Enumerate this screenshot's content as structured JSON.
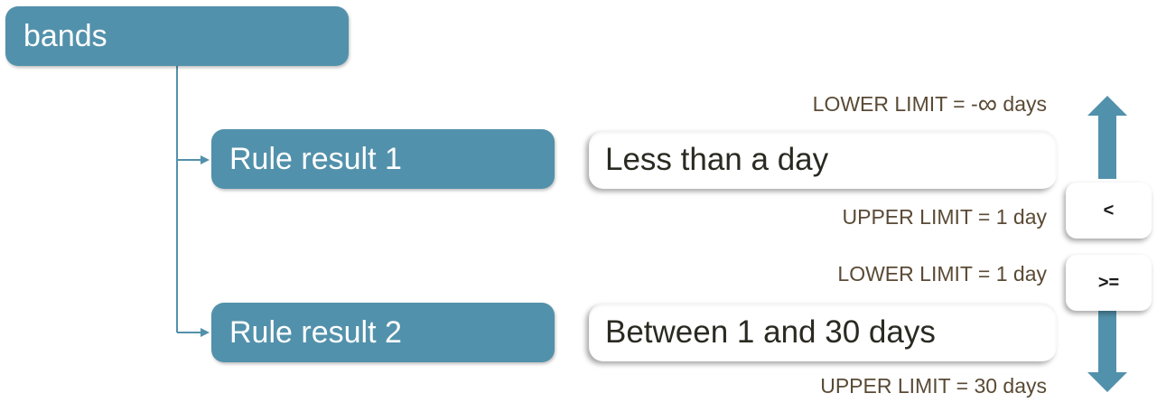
{
  "root": {
    "label": "bands"
  },
  "rules": [
    {
      "label": "Rule result 1",
      "result": "Less than a day",
      "lower_limit": "LOWER LIMIT = -",
      "lower_limit_symbol": "∞",
      "lower_limit_unit": " days",
      "upper_limit": "UPPER LIMIT = 1 day"
    },
    {
      "label": "Rule result 2",
      "result": "Between 1 and 30 days",
      "lower_limit": "LOWER LIMIT = 1 day",
      "upper_limit": "UPPER LIMIT = 30 days"
    }
  ],
  "operators": {
    "less_than": "<",
    "greater_equal": ">="
  },
  "colors": {
    "node_fill": "#5291ab",
    "connector": "#5291ab",
    "limit_text": "#5a4a35",
    "result_text": "#2a2a22"
  }
}
